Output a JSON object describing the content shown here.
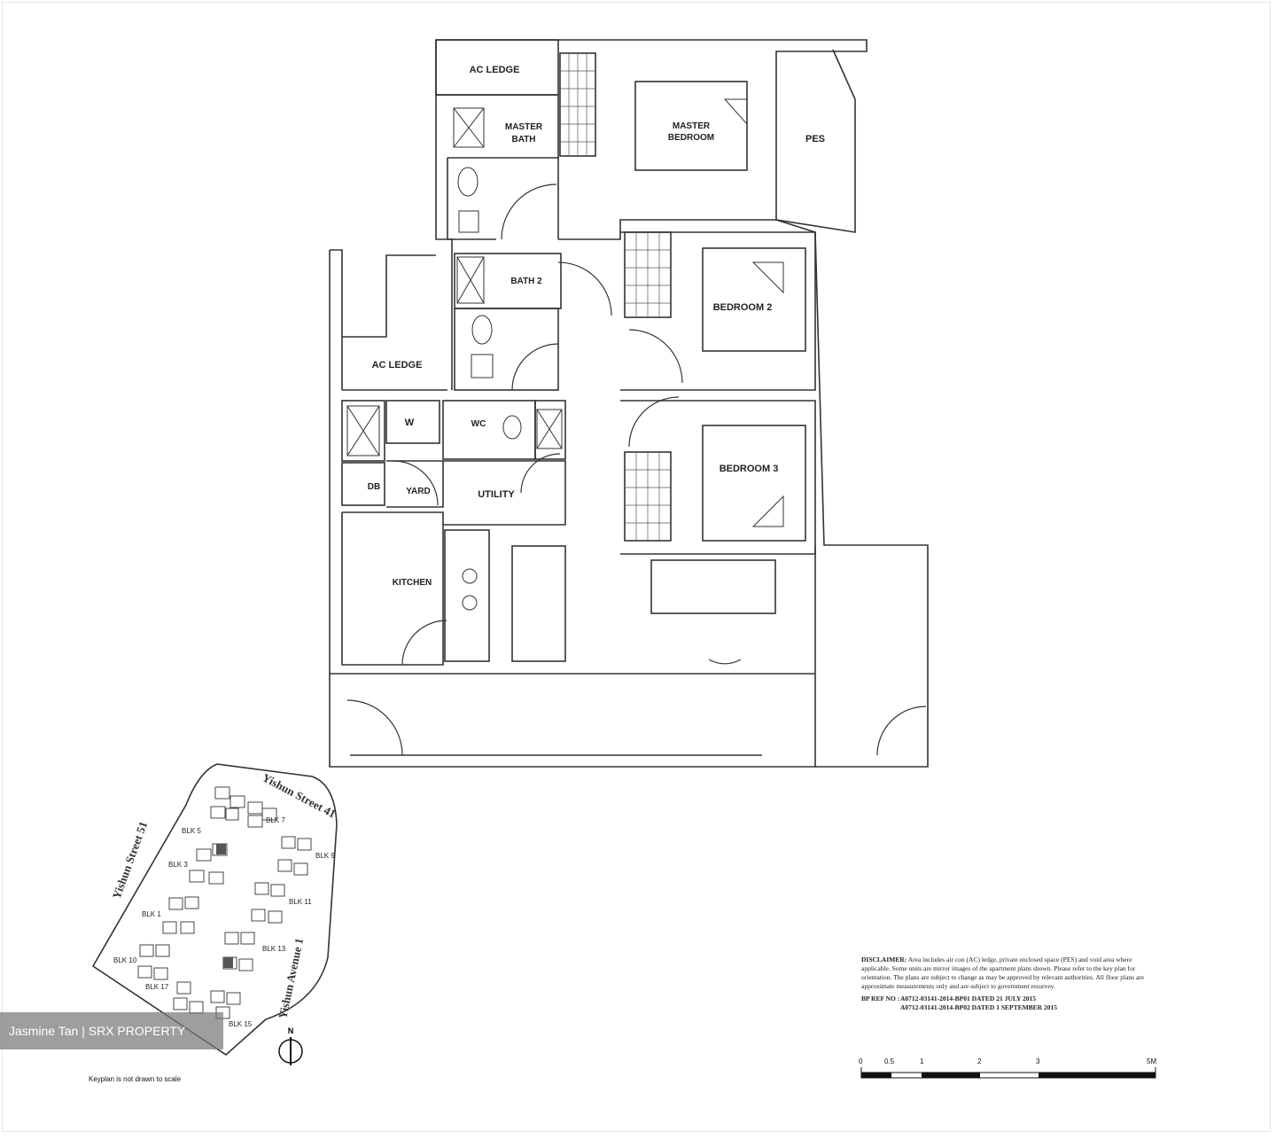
{
  "rooms": {
    "ac_ledge_top": "AC LEDGE",
    "master_bath_1": "MASTER",
    "master_bath_2": "BATH",
    "master_bedroom_1": "MASTER",
    "master_bedroom_2": "BEDROOM",
    "pes": "PES",
    "bath2": "BATH 2",
    "bedroom2": "BEDROOM 2",
    "ac_ledge_left": "AC LEDGE",
    "w": "W",
    "wc": "WC",
    "db": "DB",
    "yard": "YARD",
    "utility": "UTILITY",
    "bedroom3": "BEDROOM 3",
    "kitchen": "KITCHEN"
  },
  "keyplan": {
    "street_41": "Yishun Street 41",
    "street_51": "Yishun Street 51",
    "avenue_1": "Yishun Avenue 1",
    "blocks": [
      "BLK 5",
      "BLK 7",
      "BLK 3",
      "BLK 9",
      "BLK 1",
      "BLK 11",
      "BLK 13",
      "BLK 10",
      "BLK 17",
      "BLK 15"
    ],
    "north": "N",
    "note": "Keyplan is not drawn to scale"
  },
  "watermark": "Jasmine Tan | SRX PROPERTY",
  "disclaimer": {
    "heading": "DISCLAIMER:",
    "body": "Area includes air con (AC) ledge, private enclosed space (PES) and void area where applicable. Some units are mirror images of the apartment plans shown. Please refer to the key plan for orientation. The plans are subject to change as may be approved by relevant authorities. All floor plans are approximate measurements only and are subject to government resurvey.",
    "ref_label": "BP REF NO :",
    "ref_1": "A0712-03141-2014-BP01 DATED 21 JULY 2015",
    "ref_2": "A0712-03141-2014-BP02 DATED 1 SEPTEMBER 2015"
  },
  "scale_bar": {
    "labels": [
      "0",
      "0.5",
      "1",
      "2",
      "3",
      "5M"
    ]
  }
}
